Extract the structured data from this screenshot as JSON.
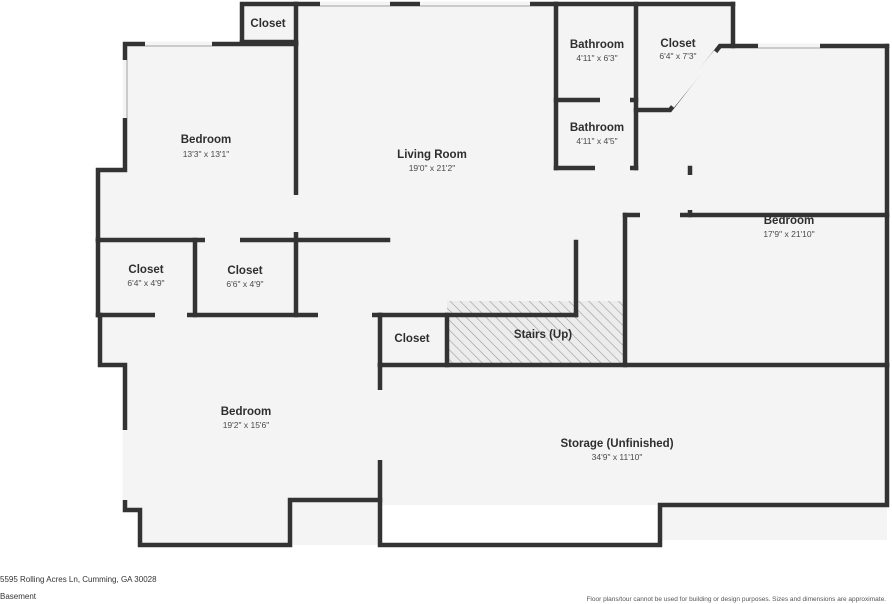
{
  "rooms": {
    "closet_top": {
      "name": "Closet",
      "dims": ""
    },
    "bedroom_left": {
      "name": "Bedroom",
      "dims": "13'3\" x 13'1\""
    },
    "living_room": {
      "name": "Living Room",
      "dims": "19'0\" x 21'2\""
    },
    "bathroom_1": {
      "name": "Bathroom",
      "dims": "4'11\" x 6'3\""
    },
    "closet_angled": {
      "name": "Closet",
      "dims": "6'4\" x 7'3\""
    },
    "bathroom_2": {
      "name": "Bathroom",
      "dims": "4'11\" x 4'5\""
    },
    "bedroom_right": {
      "name": "Bedroom",
      "dims": "17'9\" x 21'10\""
    },
    "closet_a": {
      "name": "Closet",
      "dims": "6'4\" x 4'9\""
    },
    "closet_b": {
      "name": "Closet",
      "dims": "6'6\" x 4'9\""
    },
    "closet_small": {
      "name": "Closet",
      "dims": ""
    },
    "stairs": {
      "name": "Stairs (Up)",
      "dims": ""
    },
    "bedroom_bottom": {
      "name": "Bedroom",
      "dims": "19'2\" x 15'6\""
    },
    "storage": {
      "name": "Storage (Unfinished)",
      "dims": "34'9\" x 11'10\""
    }
  },
  "footer": {
    "address": "5595 Rolling Acres Ln, Cumming, GA 30028",
    "level": "Basement",
    "disclaimer": "Floor plans/tour cannot be used for building or design purposes. Sizes and dimensions are approximate."
  },
  "colors": {
    "wall": "#333333",
    "floor": "#f4f4f4",
    "window": "#d4d4d4",
    "hatch": "#9a9a9a"
  }
}
